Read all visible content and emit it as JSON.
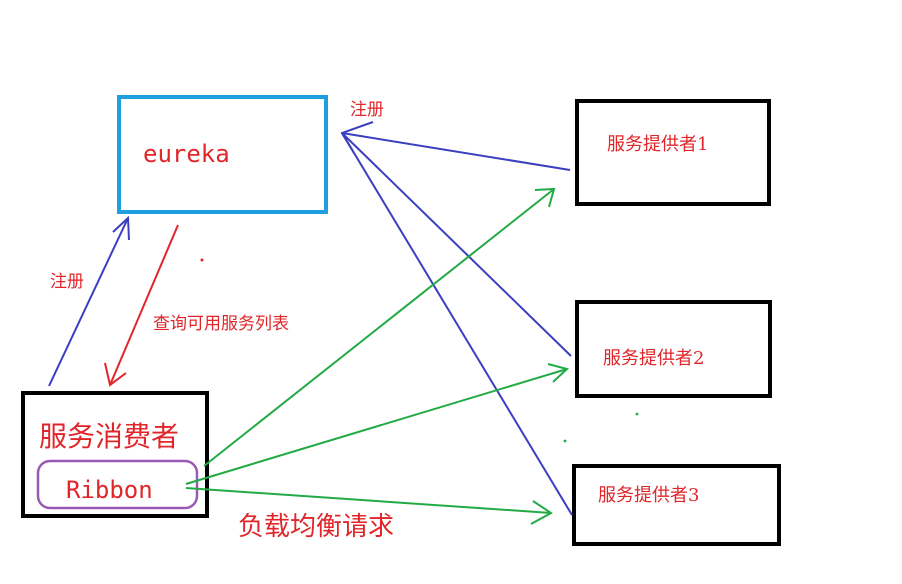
{
  "nodes": {
    "eureka": {
      "label": "eureka"
    },
    "provider1": {
      "label": "服务提供者1"
    },
    "provider2": {
      "label": "服务提供者2"
    },
    "provider3": {
      "label": "服务提供者3"
    },
    "consumer": {
      "label": "服务消费者"
    },
    "ribbon": {
      "label": "Ribbon"
    }
  },
  "edges": {
    "register_providers": {
      "label": "注册"
    },
    "register_consumer": {
      "label": "注册"
    },
    "query_list": {
      "label": "查询可用服务列表"
    },
    "load_balance": {
      "label": "负载均衡请求"
    }
  },
  "colors": {
    "eureka_border": "#1ea0e0",
    "box_border": "#000000",
    "ribbon_border": "#9b59b6",
    "text": "#e0262a",
    "register_arrow": "#3b3fbf",
    "query_arrow": "#e0262a",
    "request_arrow": "#22aa44"
  }
}
